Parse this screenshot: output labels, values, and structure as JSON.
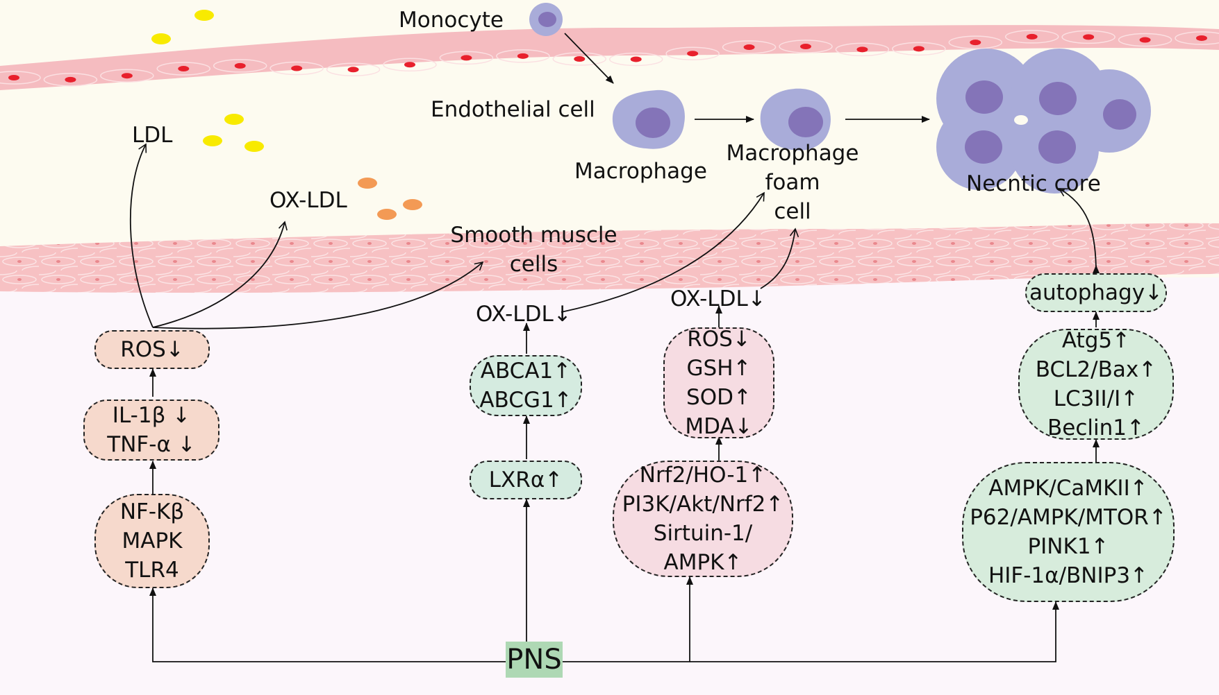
{
  "labels": {
    "monocyte": "Monocyte",
    "endothelial_cell": "Endothelial cell",
    "ldl": "LDL",
    "ox_ldl": "OX-LDL",
    "smooth_muscle_cells_line1": "Smooth muscle",
    "smooth_muscle_cells_line2": "cells",
    "macrophage": "Macrophage",
    "foam_cell_line1": "Macrophage",
    "foam_cell_line2": "foam",
    "foam_cell_line3": "cell",
    "necrotic_core": "Necntic core",
    "ox_ldl_down_1": "OX-LDL↓",
    "ox_ldl_down_2": "OX-LDL↓"
  },
  "boxes": {
    "ros": [
      "ROS↓"
    ],
    "cytokines": [
      "IL-1β ↓",
      "TNF-α ↓"
    ],
    "inflammatory_pathways": [
      "NF-Kβ",
      "MAPK",
      "TLR4"
    ],
    "abc_transporters": [
      "ABCA1↑",
      "ABCG1↑"
    ],
    "lxr": [
      "LXRα↑"
    ],
    "oxidative_markers": [
      "ROS↓",
      "GSH↑",
      "SOD↑",
      "MDA↓"
    ],
    "antioxidant_pathways": [
      "Nrf2/HO-1↑",
      "PI3K/Akt/Nrf2↑",
      "Sirtuin-1/",
      "AMPK↑"
    ],
    "autophagy": [
      "autophagy↓"
    ],
    "autophagy_markers": [
      "Atg5↑",
      "BCL2/Bax↑",
      "LC3II/I↑",
      "Beclin1↑"
    ],
    "autophagy_pathways": [
      "AMPK/CaMKII↑",
      "P62/AMPK/MTOR↑",
      "PINK1↑",
      "HIF-1α/BNIP3↑"
    ]
  },
  "source": "PNS",
  "colors": {
    "endothelium_cell": "#f5bcc0",
    "endothelium_nucleus": "#e8202c",
    "smooth_muscle": "#f7c1c3",
    "ldl_particle": "#f8ea00",
    "ox_ldl_particle": "#f39a55",
    "cell_body": "#a9acd9",
    "cell_nucleus": "#8474b8",
    "pns_box": "#aed8b4"
  }
}
